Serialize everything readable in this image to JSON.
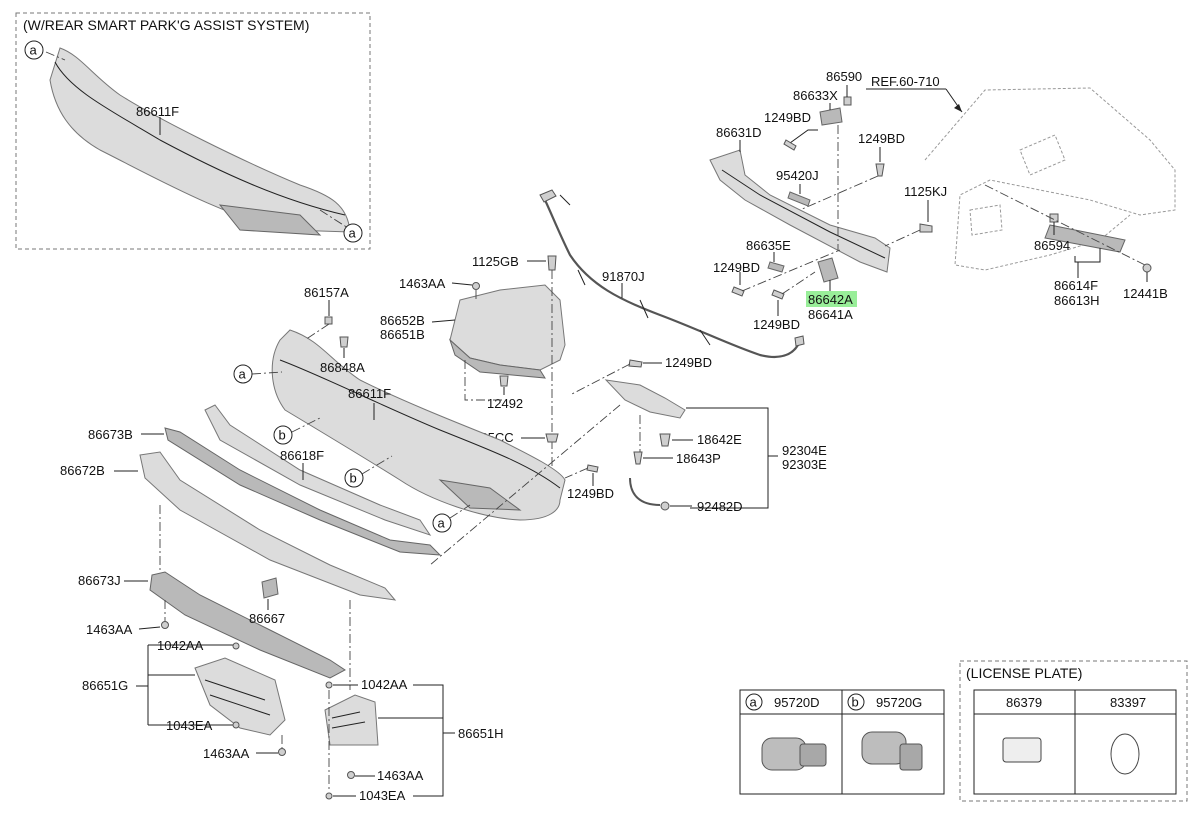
{
  "inset_rear": {
    "title": "(W/REAR SMART PARK'G ASSIST SYSTEM)",
    "part": "86611F",
    "ref_top": "a",
    "ref_bottom": "a"
  },
  "labels": {
    "p86590": "86590",
    "p86633X": "86633X",
    "ref_body": "REF.60-710",
    "p1249BD_a": "1249BD",
    "p86631D": "86631D",
    "p1249BD_b": "1249BD",
    "p95420J": "95420J",
    "p1125KJ": "1125KJ",
    "p86635E": "86635E",
    "p86594": "86594",
    "p1125GB": "1125GB",
    "p1249BD_c": "1249BD",
    "p91870J": "91870J",
    "p1463AA_a": "1463AA",
    "p86642A": "86642A",
    "p86641A": "86641A",
    "p1249BD_d": "1249BD",
    "p86614F": "86614F",
    "p86613H": "86613H",
    "p12441B": "12441B",
    "p86157A": "86157A",
    "p86652B": "86652B",
    "p86651B": "86651B",
    "p86848A": "86848A",
    "p1249BD_e": "1249BD",
    "p86611F": "86611F",
    "p12492": "12492",
    "p86673B": "86673B",
    "p1335CC": "1335CC",
    "p18642E": "18642E",
    "p92304E": "92304E",
    "p18643P": "18643P",
    "p92303E": "92303E",
    "p86618F": "86618F",
    "p86672B": "86672B",
    "p1249BD_f": "1249BD",
    "p92482D": "92482D",
    "p86673J": "86673J",
    "p86667": "86667",
    "p1463AA_b": "1463AA",
    "p1042AA_a": "1042AA",
    "p86651G": "86651G",
    "p1042AA_b": "1042AA",
    "p1043EA_a": "1043EA",
    "p86651H": "86651H",
    "p1463AA_c": "1463AA",
    "p1463AA_d": "1463AA",
    "p1043EA_b": "1043EA"
  },
  "callouts": {
    "a1": "a",
    "a2": "a",
    "b1": "b",
    "b2": "b"
  },
  "sensor_table": {
    "cells": [
      {
        "ref": "a",
        "part": "95720D"
      },
      {
        "ref": "b",
        "part": "95720G"
      }
    ]
  },
  "license_plate": {
    "title": "(LICENSE PLATE)",
    "parts": [
      "86379",
      "83397"
    ]
  },
  "highlight_color": "#99ee99"
}
